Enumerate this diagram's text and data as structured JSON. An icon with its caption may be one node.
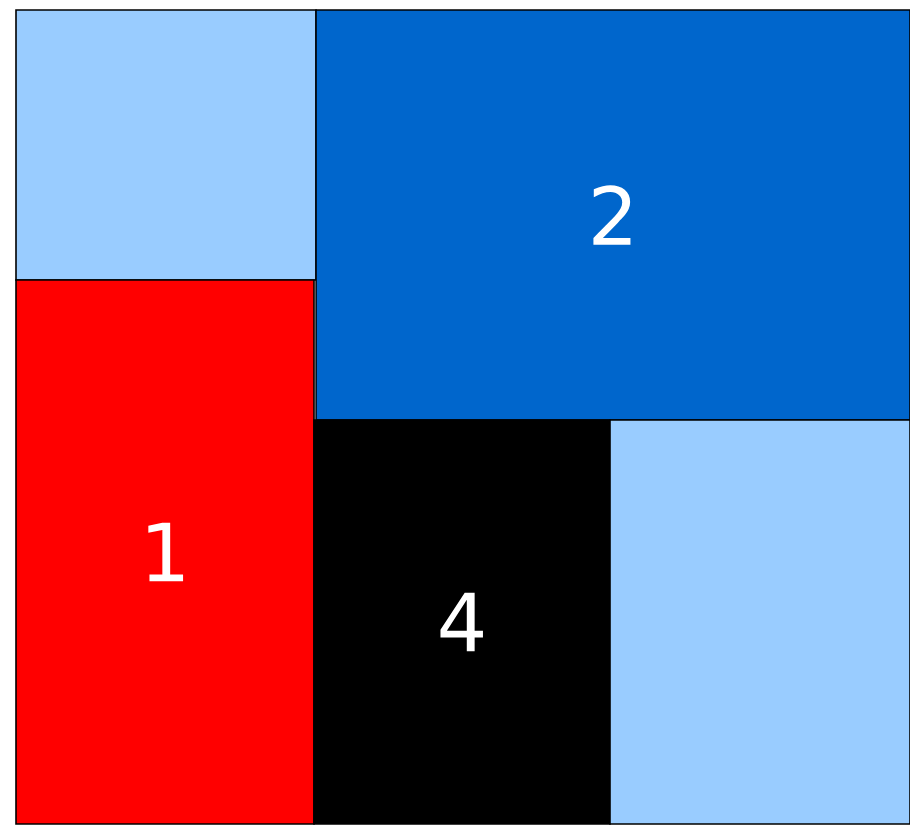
{
  "diagram": {
    "nodes": [
      {
        "text": [],
        "shape": "box"
      },
      {
        "text": [
          "2"
        ]
      },
      {
        "text": [
          "1"
        ]
      },
      {
        "text": [
          "4"
        ]
      },
      {
        "text": [],
        "shape": "box"
      }
    ]
  }
}
